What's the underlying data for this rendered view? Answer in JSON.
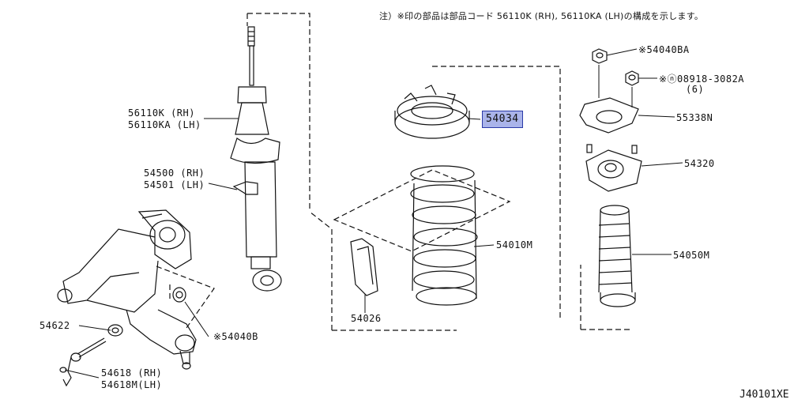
{
  "note": "注）※印の部品は部品コード 56110K (RH), 56110KA (LH)の構成を示します。",
  "figure_code": "J40101XE",
  "labels": {
    "strut_rh": "56110K (RH)",
    "strut_lh": "56110KA (LH)",
    "arm_rh": "54500 (RH)",
    "arm_lh": "54501 (LH)",
    "bushing": "54622",
    "nut_b": "※54040B",
    "link_rh": "54618 (RH)",
    "link_lh": "54618M(LH)",
    "seat": "54034",
    "spring": "54010M",
    "bumper_lower": "54026",
    "nut_ba": "※54040BA",
    "nut_n": "※ⓝ08918-3082A",
    "nut_n_qty": "(6)",
    "plate": "55338N",
    "mount": "54320",
    "boot": "54050M"
  },
  "highlight_color": "#aab4ea"
}
